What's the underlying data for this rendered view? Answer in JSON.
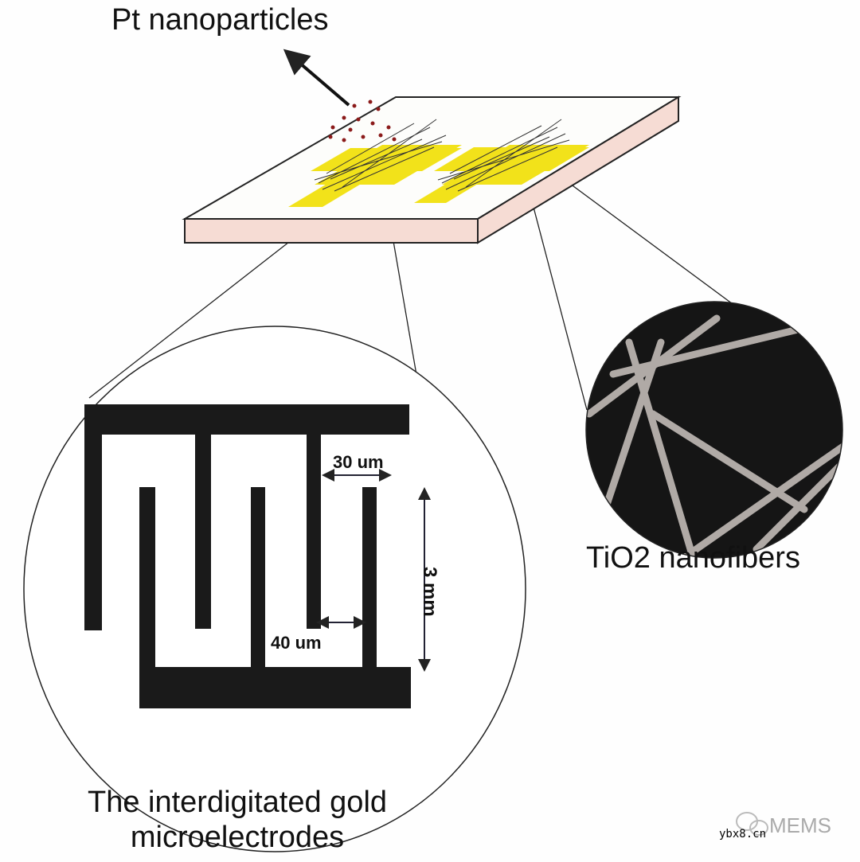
{
  "labels": {
    "pt": "Pt nanoparticles",
    "tio2": "TiO2 nanofibers",
    "ide_line1": "The interdigitated gold",
    "ide_line2": "microelectrodes",
    "dim_30": "30 um",
    "dim_40": "40 um",
    "dim_3mm": "3 mm"
  },
  "watermark": {
    "brand": "MEMS",
    "site": "ybx8.cn"
  },
  "colors": {
    "gold": "#f2e21a",
    "substrate_side": "#f6dcd4",
    "particles": "#8b1a1a",
    "electrode": "#1a1a1a",
    "sem_bg": "#151515",
    "fiber": "#b0aaa6"
  }
}
